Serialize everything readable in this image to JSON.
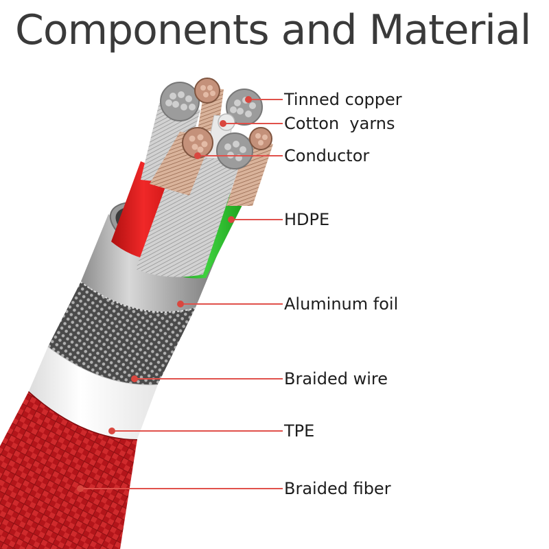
{
  "title": "Components and Material",
  "colors": {
    "leader_line": "#e0504a",
    "leader_dot": "#d9473f",
    "braided_fiber": "#c0181b",
    "red_core": "#e41d1d",
    "green_core": "#23b523",
    "copper": "#b98a6e",
    "tinned": "#b8b8b8"
  },
  "labels": [
    {
      "id": "tinned-copper",
      "text": "Tinned copper"
    },
    {
      "id": "cotton-yarns",
      "text": "Cotton  yarns"
    },
    {
      "id": "conductor",
      "text": "Conductor"
    },
    {
      "id": "hdpe",
      "text": "HDPE"
    },
    {
      "id": "aluminum-foil",
      "text": "Aluminum foil"
    },
    {
      "id": "braided-wire",
      "text": "Braided wire"
    },
    {
      "id": "tpe",
      "text": "TPE"
    },
    {
      "id": "braided-fiber",
      "text": "Braided fiber"
    }
  ]
}
